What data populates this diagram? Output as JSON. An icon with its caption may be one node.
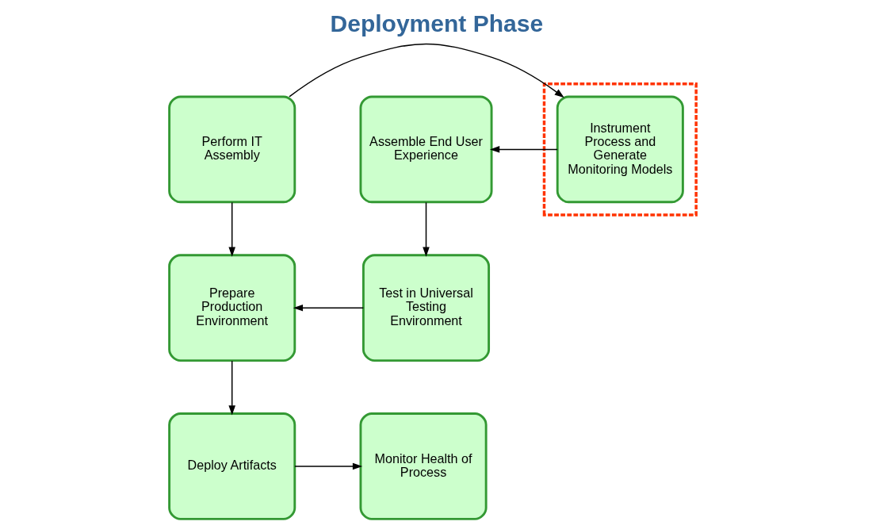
{
  "diagram": {
    "title": "Deployment Phase",
    "nodes": [
      {
        "text": [
          "Perform IT Assembly"
        ]
      },
      {
        "text": [],
        "shape": "box"
      },
      {
        "text": [
          "Instrument Process and Generate Monitoring Models"
        ],
        "in": 1
      },
      {
        "text": [
          "Assemble End User Experience"
        ]
      },
      {
        "text": [
          "Prepare Production Environment"
        ]
      },
      {
        "text": [
          "Test in Universal Testing Environment"
        ]
      },
      {
        "text": [
          "Deploy Artifacts"
        ]
      },
      {
        "text": [
          "Monitor Health of Process"
        ]
      }
    ],
    "edges": [
      {
        "from": 0,
        "to": 2,
        "arrow": "to"
      },
      {
        "from": 2,
        "to": 3,
        "arrow": "to"
      },
      {
        "from": 0,
        "to": 4,
        "arrow": "to"
      },
      {
        "from": 3,
        "to": 5,
        "arrow": "to"
      },
      {
        "from": 5,
        "to": 4,
        "arrow": "to"
      },
      {
        "from": 4,
        "to": 6,
        "arrow": "to"
      },
      {
        "from": 6,
        "to": 7,
        "arrow": "to"
      }
    ]
  }
}
